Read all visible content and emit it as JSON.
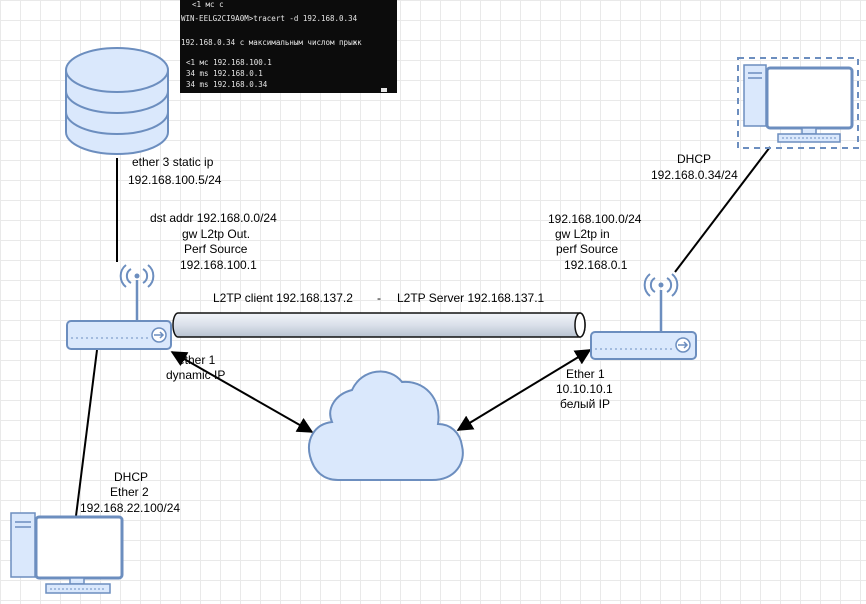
{
  "terminal": {
    "lines": [
      "<1 мс   с",
      "WIN-EELG2CI9A0M>tracert -d 192.168.0.34",
      "",
      "192.168.0.34 с максимальным числом прыжк",
      "",
      " <1 мс  192.168.100.1",
      " 34 ms  192.168.0.1",
      " 34 ms  192.168.0.34"
    ]
  },
  "server": {
    "label_1": "ether 3 static ip",
    "label_2": "192.168.100.5/24"
  },
  "router_left": {
    "route_1": "dst addr 192.168.0.0/24",
    "route_2": "gw L2tp Out.",
    "route_3": "Perf Source",
    "route_4": "192.168.100.1",
    "wan_1": "ether 1",
    "wan_2": "dynamic IP"
  },
  "router_right": {
    "route_1": "192.168.100.0/24",
    "route_2": "gw L2tp in",
    "route_3": "perf Source",
    "route_4": "192.168.0.1",
    "wan_1": "Ether 1",
    "wan_2": "10.10.10.1",
    "wan_3": "белый IP"
  },
  "tunnel": {
    "client": "L2TP client 192.168.137.2",
    "separator": "-",
    "server": "L2TP Server 192.168.137.1"
  },
  "pc_right": {
    "label_1": "DHCP",
    "label_2": "192.168.0.34/24"
  },
  "pc_left": {
    "label_1": "DHCP",
    "label_2": "Ether 2",
    "label_3": "192.168.22.100/24"
  },
  "colors": {
    "device_fill": "#dae8fc",
    "device_stroke": "#6c8ebf",
    "terminal_bg": "#0c0c0c",
    "line": "#000000"
  }
}
